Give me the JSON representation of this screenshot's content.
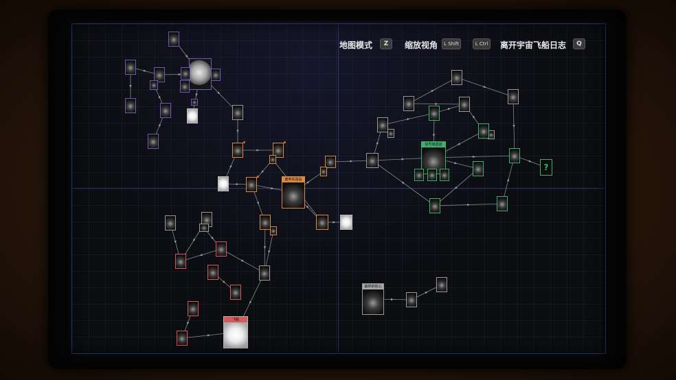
{
  "hud": {
    "map_mode_label": "地图模式",
    "map_mode_key": "Z",
    "zoom_label": "缩放视角",
    "zoom_key_a": "L Shift",
    "zoom_key_b": "L Ctrl",
    "exit_label": "离开宇宙飞船日志",
    "exit_key": "Q"
  },
  "colors": {
    "purple": "#6e5bb5",
    "gray": "#a8a8a8",
    "orange": "#d98a44",
    "green": "#3fae6e",
    "red": "#d5585a",
    "grid_line": "#4658be"
  },
  "map": {
    "nodes": [
      {
        "id": "p_top",
        "color": "purple",
        "label": ""
      },
      {
        "id": "p1",
        "color": "purple",
        "label": ""
      },
      {
        "id": "p2",
        "color": "purple",
        "label": ""
      },
      {
        "id": "p3",
        "color": "purple",
        "label": ""
      },
      {
        "id": "p_moon",
        "color": "purple",
        "label": "",
        "moon": true
      },
      {
        "id": "p4",
        "color": "purple",
        "label": ""
      },
      {
        "id": "p5",
        "color": "purple",
        "label": ""
      },
      {
        "id": "p6",
        "color": "purple",
        "label": ""
      },
      {
        "id": "p7",
        "color": "purple",
        "label": ""
      },
      {
        "id": "p8",
        "color": "purple",
        "label": ""
      },
      {
        "id": "p9",
        "color": "purple",
        "label": ""
      },
      {
        "id": "p10",
        "color": "purple",
        "label": "",
        "white": true
      },
      {
        "id": "p11",
        "color": "purple",
        "label": ""
      },
      {
        "id": "g_a",
        "color": "gray",
        "label": ""
      },
      {
        "id": "o1",
        "color": "orange",
        "label": ""
      },
      {
        "id": "o2",
        "color": "orange",
        "label": ""
      },
      {
        "id": "o3",
        "color": "orange",
        "label": ""
      },
      {
        "id": "o4",
        "color": "orange",
        "label": "",
        "white": true
      },
      {
        "id": "o5",
        "color": "orange",
        "label": ""
      },
      {
        "id": "o_big",
        "color": "orange",
        "label": "废弃实验站"
      },
      {
        "id": "o6",
        "color": "orange",
        "label": ""
      },
      {
        "id": "o7",
        "color": "orange",
        "label": ""
      },
      {
        "id": "o8",
        "color": "orange",
        "label": ""
      },
      {
        "id": "o9",
        "color": "orange",
        "label": "",
        "white": true
      },
      {
        "id": "o10",
        "color": "orange",
        "label": ""
      },
      {
        "id": "o11",
        "color": "orange",
        "label": ""
      },
      {
        "id": "g_b",
        "color": "gray",
        "label": ""
      },
      {
        "id": "g_c",
        "color": "gray",
        "label": ""
      },
      {
        "id": "g_d",
        "color": "gray",
        "label": ""
      },
      {
        "id": "g_e",
        "color": "gray",
        "label": ""
      },
      {
        "id": "r1",
        "color": "red",
        "label": ""
      },
      {
        "id": "r2",
        "color": "red",
        "label": ""
      },
      {
        "id": "r3",
        "color": "red",
        "label": ""
      },
      {
        "id": "r4",
        "color": "red",
        "label": ""
      },
      {
        "id": "r5",
        "color": "red",
        "label": ""
      },
      {
        "id": "r6",
        "color": "red",
        "label": ""
      },
      {
        "id": "r_big",
        "color": "red",
        "label": "飞船",
        "white": true
      },
      {
        "id": "g_f",
        "color": "gray",
        "label": ""
      },
      {
        "id": "g_g",
        "color": "gray",
        "label": ""
      },
      {
        "id": "g_h",
        "color": "gray",
        "label": ""
      },
      {
        "id": "g_i",
        "color": "gray",
        "label": ""
      },
      {
        "id": "g_j",
        "color": "gray",
        "label": ""
      },
      {
        "id": "g_k",
        "color": "gray",
        "label": ""
      },
      {
        "id": "g_l",
        "color": "gray",
        "label": ""
      },
      {
        "id": "g_m",
        "color": "gray",
        "label": ""
      },
      {
        "id": "gr_big",
        "color": "green",
        "label": "信号塔遗迹"
      },
      {
        "id": "gr1",
        "color": "green",
        "label": ""
      },
      {
        "id": "gr2",
        "color": "green",
        "label": ""
      },
      {
        "id": "gr3",
        "color": "green",
        "label": ""
      },
      {
        "id": "gr4",
        "color": "green",
        "label": ""
      },
      {
        "id": "gr5",
        "color": "green",
        "label": ""
      },
      {
        "id": "gr6",
        "color": "green",
        "label": ""
      },
      {
        "id": "gr7",
        "color": "green",
        "label": ""
      },
      {
        "id": "gr8",
        "color": "green",
        "label": ""
      },
      {
        "id": "gr9",
        "color": "green",
        "label": ""
      },
      {
        "id": "gr10",
        "color": "green",
        "label": ""
      },
      {
        "id": "gr_q",
        "color": "green",
        "label": "?",
        "unknown": true
      },
      {
        "id": "g_n",
        "color": "gray",
        "label": "破碎的核心"
      },
      {
        "id": "g_o",
        "color": "gray",
        "label": ""
      },
      {
        "id": "g_p",
        "color": "gray",
        "label": ""
      }
    ]
  }
}
